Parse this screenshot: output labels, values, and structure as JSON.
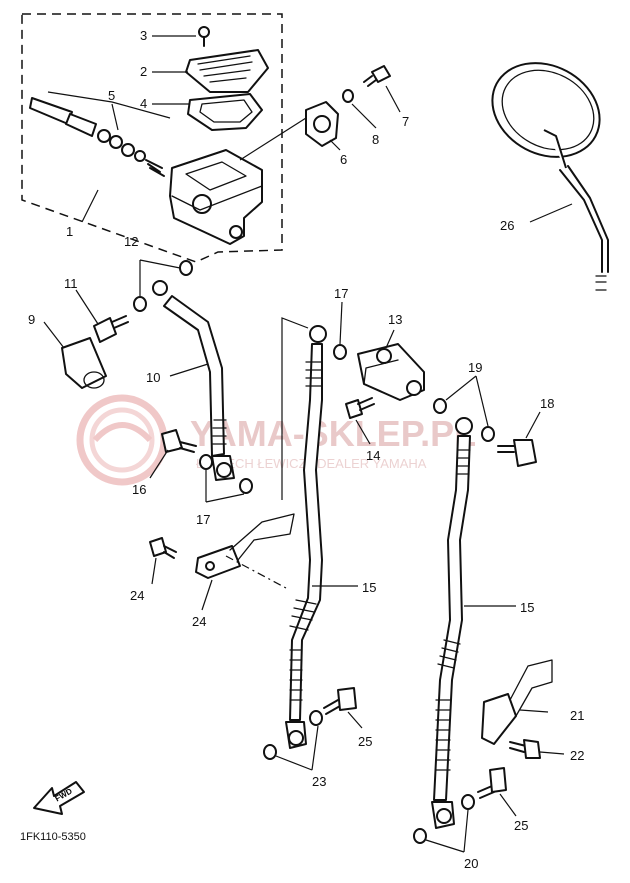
{
  "diagram": {
    "drawing_code": "1FK110-5350",
    "fwd_label": "FWD",
    "watermark": {
      "brand": "YAMA-SKLEP.PL",
      "subtitle": "ŁOCIECH ŁEWICZ | DEALER YAMAHA"
    },
    "callouts": [
      {
        "id": "c1",
        "text": "1"
      },
      {
        "id": "c2",
        "text": "2"
      },
      {
        "id": "c3",
        "text": "3"
      },
      {
        "id": "c4",
        "text": "4"
      },
      {
        "id": "c5",
        "text": "5"
      },
      {
        "id": "c6",
        "text": "6"
      },
      {
        "id": "c7",
        "text": "7"
      },
      {
        "id": "c8",
        "text": "8"
      },
      {
        "id": "c9",
        "text": "9"
      },
      {
        "id": "c10",
        "text": "10"
      },
      {
        "id": "c11",
        "text": "11"
      },
      {
        "id": "c12",
        "text": "12"
      },
      {
        "id": "c13",
        "text": "13"
      },
      {
        "id": "c14",
        "text": "14"
      },
      {
        "id": "c15a",
        "text": "15"
      },
      {
        "id": "c15b",
        "text": "15"
      },
      {
        "id": "c16",
        "text": "16"
      },
      {
        "id": "c17a",
        "text": "17"
      },
      {
        "id": "c17b",
        "text": "17"
      },
      {
        "id": "c18",
        "text": "18"
      },
      {
        "id": "c19",
        "text": "19"
      },
      {
        "id": "c20",
        "text": "20"
      },
      {
        "id": "c21",
        "text": "21"
      },
      {
        "id": "c22",
        "text": "22"
      },
      {
        "id": "c23",
        "text": "23"
      },
      {
        "id": "c24a",
        "text": "24"
      },
      {
        "id": "c24b",
        "text": "24"
      },
      {
        "id": "c25a",
        "text": "25"
      },
      {
        "id": "c25b",
        "text": "25"
      },
      {
        "id": "c26",
        "text": "26"
      }
    ]
  }
}
